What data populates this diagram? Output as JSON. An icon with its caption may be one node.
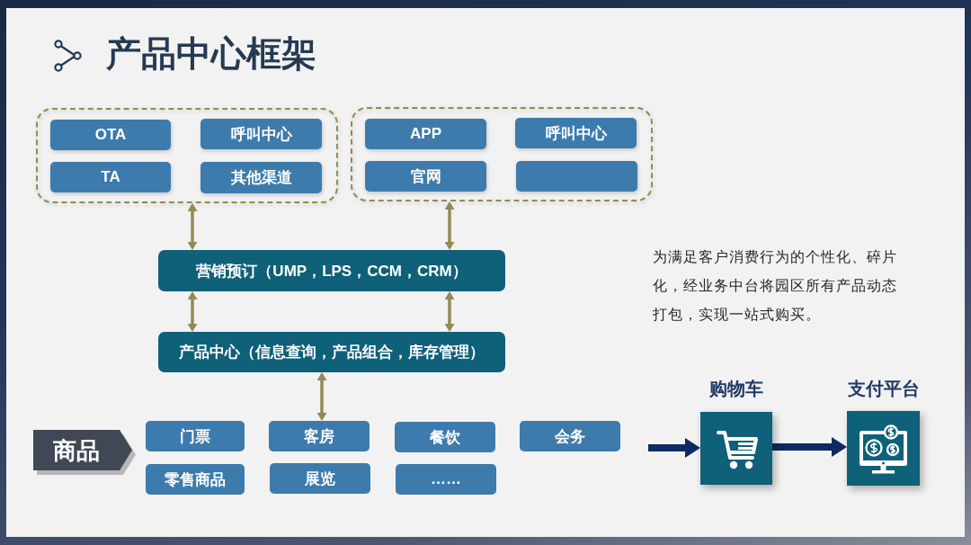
{
  "diagram": {
    "title": "产品中心框架",
    "nodes": [
      {
        "text": [],
        "shape": "box"
      },
      {
        "text": [
          "OTA"
        ],
        "in": 0
      },
      {
        "text": [
          "呼叫中心"
        ],
        "in": 0
      },
      {
        "text": [
          "TA"
        ],
        "in": 0
      },
      {
        "text": [
          "其他渠道"
        ],
        "in": 0
      },
      {
        "text": [],
        "shape": "box"
      },
      {
        "text": [
          "APP"
        ],
        "in": 5
      },
      {
        "text": [
          "呼叫中心"
        ],
        "in": 5
      },
      {
        "text": [
          "官网"
        ],
        "in": 5
      },
      {
        "text": [],
        "shape": "box",
        "in": 5
      },
      {
        "text": [
          "营销预订（UMP，LPS，CCM，CRM）"
        ]
      },
      {
        "text": [
          "产品中心（信息查询，产品组合，库存管理）"
        ]
      },
      {
        "text": [
          "商品"
        ]
      },
      {
        "text": [
          "门票"
        ]
      },
      {
        "text": [
          "客房"
        ]
      },
      {
        "text": [
          "餐饮"
        ]
      },
      {
        "text": [
          "会务"
        ]
      },
      {
        "text": [
          "零售商品"
        ]
      },
      {
        "text": [
          "展览"
        ]
      },
      {
        "text": [
          "……"
        ]
      },
      {
        "text": [
          "购物车"
        ]
      },
      {
        "text": [
          "支付平台"
        ]
      }
    ],
    "edges": [
      {
        "from": 0,
        "to": 10,
        "arrow": "both"
      },
      {
        "from": 5,
        "to": 10,
        "arrow": "both"
      },
      {
        "from": 10,
        "to": 11,
        "arrow": "both"
      },
      {
        "from": 10,
        "to": 11,
        "arrow": "both"
      },
      {
        "from": 11,
        "to": 14,
        "arrow": "both"
      },
      {
        "from": null,
        "to": 20,
        "arrow": "to",
        "style": "thick",
        "color": "#0d2a63"
      },
      {
        "from": 20,
        "to": 21,
        "arrow": "to",
        "style": "thick",
        "color": "#0d2a63"
      }
    ],
    "labels": [
      "为满足客户消费行为的个性化、碎片化，经业务中台将园区所有产品动态打包，实现一站式购买。"
    ]
  }
}
